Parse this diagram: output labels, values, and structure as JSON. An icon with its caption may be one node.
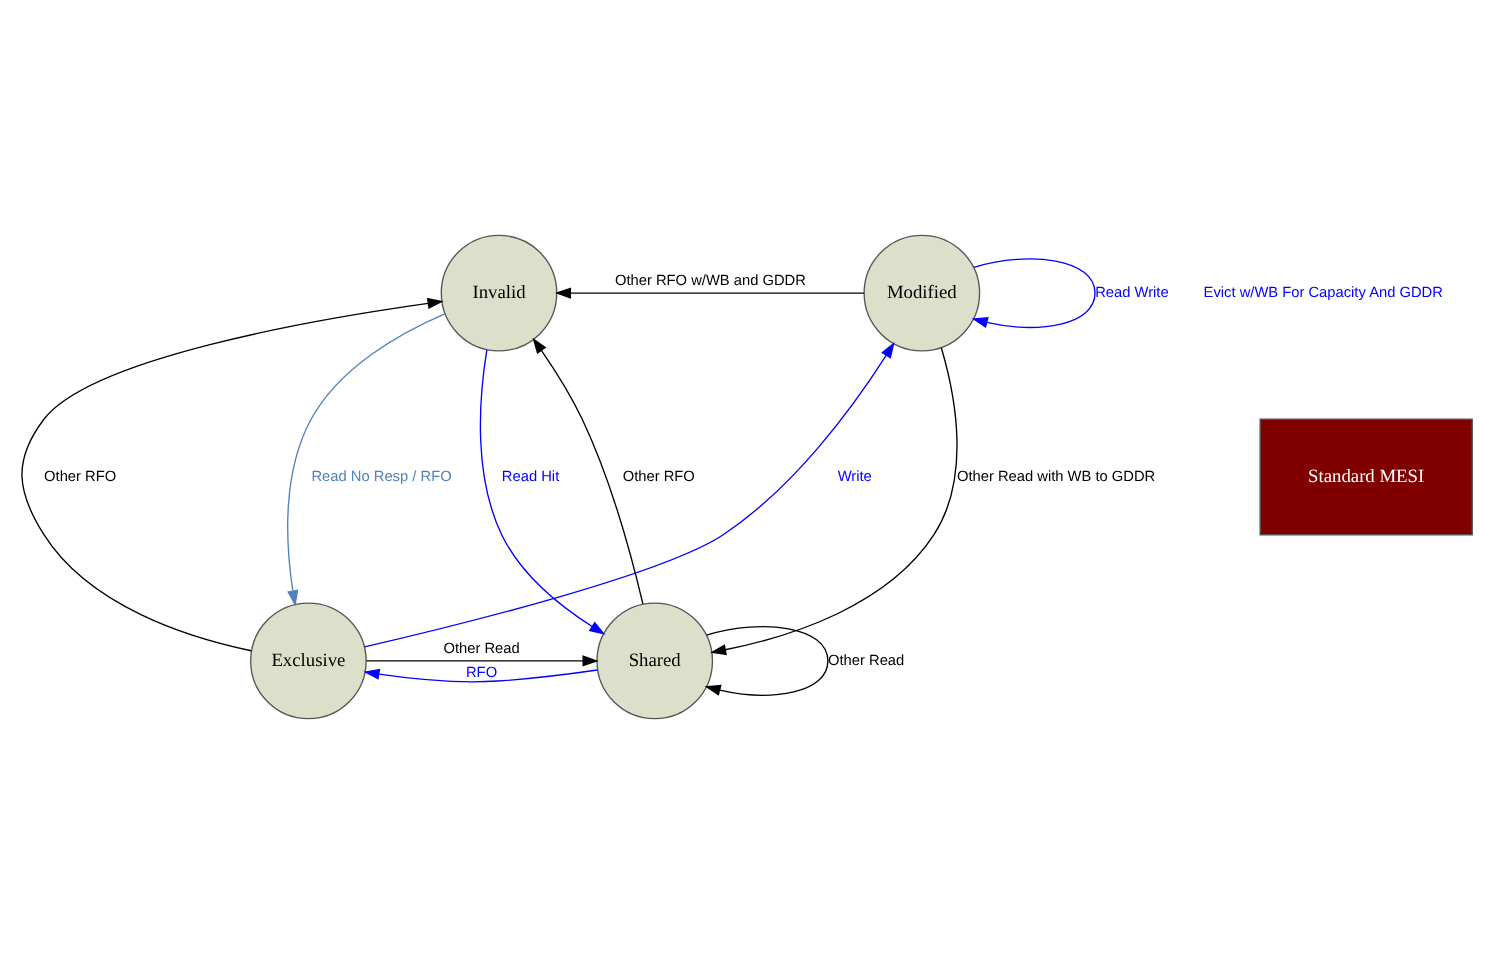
{
  "diagram": {
    "nodes": [
      {
        "text": [
          "Invalid"
        ]
      },
      {
        "text": [
          "Modified"
        ]
      },
      {
        "text": [
          "Exclusive"
        ]
      },
      {
        "text": [
          "Shared"
        ]
      },
      {
        "text": [
          "Standard MESI"
        ]
      }
    ],
    "edges": [
      {
        "from": 1,
        "to": 0,
        "arrow": "to",
        "label": "Other RFO w/WB and GDDR"
      },
      {
        "from": 1,
        "to": 1,
        "arrow": "to",
        "label": "Read Write",
        "color": "#0000ff"
      },
      {
        "from": 0,
        "to": 3,
        "arrow": "to",
        "label": "Read Hit",
        "color": "#0000ff"
      },
      {
        "from": 3,
        "to": 0,
        "arrow": "to",
        "label": "Other RFO"
      },
      {
        "from": 2,
        "to": 1,
        "arrow": "to",
        "label": "Write",
        "color": "#0000ff"
      },
      {
        "from": 1,
        "to": 3,
        "arrow": "to",
        "label": "Other Read with WB to GDDR"
      },
      {
        "from": 2,
        "to": 0,
        "arrow": "to",
        "label": "Other RFO"
      },
      {
        "from": 0,
        "to": 2,
        "arrow": "to",
        "label": "Read No Resp / RFO",
        "color": "#4f81bd"
      },
      {
        "from": 3,
        "to": 2,
        "arrow": "to",
        "label": "RFO",
        "color": "#0000ff"
      },
      {
        "from": 3,
        "to": 3,
        "arrow": "to",
        "label": "Other Read"
      },
      {
        "from": 2,
        "to": 3,
        "arrow": "to",
        "label": "Other Read"
      }
    ],
    "labels": [
      "Evict w/WB For Capacity And GDDR"
    ]
  }
}
